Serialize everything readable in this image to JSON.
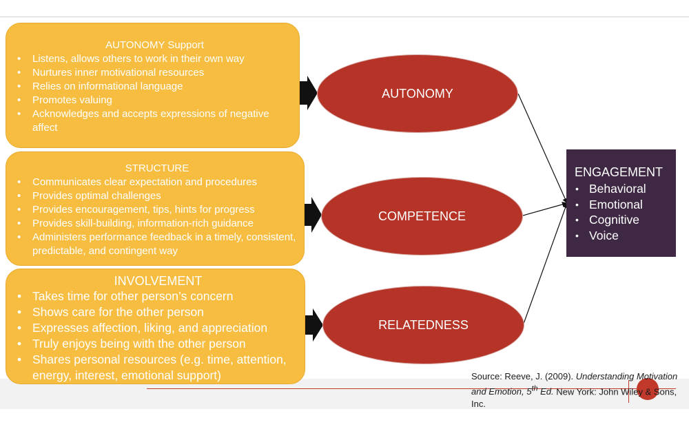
{
  "support_boxes": [
    {
      "title": "AUTONOMY Support",
      "items": [
        "Listens, allows others to work in their own way",
        "Nurtures inner motivational resources",
        "Relies on informational language",
        "Promotes valuing",
        "Acknowledges and accepts expressions of negative affect"
      ]
    },
    {
      "title": "STRUCTURE",
      "items": [
        "Communicates clear expectation and procedures",
        "Provides optimal challenges",
        "Provides encouragement, tips, hints for progress",
        "Provides skill-building, information-rich guidance",
        "Administers performance feedback in a timely, consistent, predictable, and contingent way"
      ]
    },
    {
      "title": "INVOLVEMENT",
      "items": [
        "Takes time for other person’s concern",
        "Shows care for the other person",
        "Expresses affection, liking, and appreciation",
        "Truly enjoys being with the other person",
        "Shares personal resources (e.g. time, attention, energy, interest, emotional support)"
      ]
    }
  ],
  "needs": [
    "AUTONOMY",
    "COMPETENCE",
    "RELATEDNESS"
  ],
  "engagement": {
    "title": "ENGAGEMENT",
    "items": [
      "Behavioral",
      "Emotional",
      "Cognitive",
      "Voice"
    ]
  },
  "source": {
    "prefix": "Source: Reeve, J. (2009). ",
    "title": "Understanding Motivation and Emotion, 5",
    "superscript": "th",
    "edition": " Ed.",
    "rest": " New York: John Wiley & Sons, Inc."
  },
  "colors": {
    "box_fill": "#f6bd41",
    "ellipse_fill": "#b53327",
    "engagement_fill": "#3e2843",
    "accent_red": "#c0392b"
  }
}
